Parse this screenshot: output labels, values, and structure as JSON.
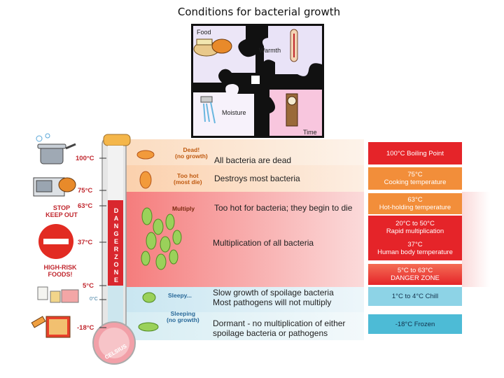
{
  "title": "Conditions for bacterial growth",
  "puzzle": {
    "food": "Food",
    "warmth": "Warmth",
    "moisture": "Moisture",
    "time": "Time"
  },
  "thermometer": {
    "t100": "100°C",
    "t75": "75°C",
    "t63": "63°C",
    "t37": "37°C",
    "t5": "5°C",
    "t0": "0°C",
    "tm18": "-18°C",
    "danger_text": "DANGER ZONE",
    "bulb_text": "CELSIUS"
  },
  "left_labels": {
    "stop": "STOP",
    "keep_out": "KEEP OUT",
    "high_risk": "HIGH-RISK",
    "foods": "FOODS!"
  },
  "stages": {
    "dead": "Dead!",
    "dead_sub": "(no growth)",
    "too_hot": "Too hot",
    "too_hot_sub": "(most die)",
    "multiply": "Multiply",
    "sleepy": "Sleepy...",
    "sleeping": "Sleeping",
    "sleeping_sub": "(no growth)"
  },
  "descriptions": {
    "d1": "All bacteria are dead",
    "d2": "Destroys most bacteria",
    "d3": "Too hot for bacteria; they begin to die",
    "d4": "Multiplication of all bacteria",
    "d5a": "Slow growth of spoilage bacteria",
    "d5b": "Most pathogens will not multiply",
    "d6a": "Dormant - no multiplication of either",
    "d6b": "spoilage bacteria or pathogens"
  },
  "right_boxes": {
    "r1": "100°C Boiling Point",
    "r2a": "75°C",
    "r2b": "Cooking temperature",
    "r3a": "63°C",
    "r3b": "Hot-holding temperature",
    "r4a": "20°C to 50°C",
    "r4b": "Rapid multiplication",
    "r4c": "37°C",
    "r4d": "Human body temperature",
    "r5a": "5°C to 63°C",
    "r5b": "DANGER ZONE",
    "r6": "1°C to 4°C Chill",
    "r7": "-18°C Frozen"
  },
  "colors": {
    "dead_band": "#fdeee0",
    "hot_band": "#fde0c8",
    "danger_band": "#f9a0a0",
    "chill_band": "#e4f1f6",
    "frozen_band": "#eef6f8",
    "red_box": "#e52429",
    "orange_box": "#f28e3a",
    "blue_box": "#4dbbd6",
    "stop_red": "#e22b22",
    "thermo_red": "#d9272e"
  }
}
